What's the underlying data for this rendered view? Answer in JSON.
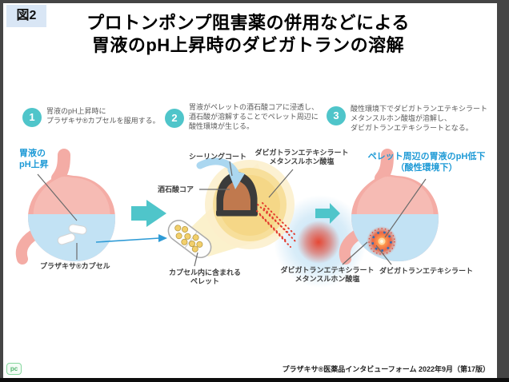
{
  "figure_label": "図2",
  "title": "プロトンポンプ阻害薬の併用などによる\n胃液のpH上昇時のダビガトランの溶解",
  "steps": [
    {
      "number": "1",
      "text": "胃液のpH上昇時に\nプラザキサ®カプセルを服用する。"
    },
    {
      "number": "2",
      "text": "胃液がペレットの酒石酸コアに浸透し、\n酒石酸が溶解することでペレット周辺に\n酸性環境が生じる。"
    },
    {
      "number": "3",
      "text": "酸性環境下でダビガトランエテキシラート\nメタンスルホン酸塩が溶解し、\nダビガトランエテキシラートとなる。"
    }
  ],
  "diagram": {
    "left_stomach": {
      "ph_label": "胃液の\npH上昇",
      "capsule_label": "プラザキサ®カプセル"
    },
    "pellet_detail": {
      "sealing_coat_label": "シーリングコート",
      "drug_salt_label": "ダビガトランエテキシラート\nメタンスルホン酸塩",
      "core_label": "酒石酸コア",
      "capsule_content_label": "カプセル内に含まれる\nペレット"
    },
    "right_stomach": {
      "ph_drop_label": "ペレット周辺の胃液のpH低下\n（酸性環境下）",
      "drug_salt_label": "ダビガトランエテキシラート\nメタンスルホン酸塩",
      "drug_label": "ダビガトランエテキシラート"
    }
  },
  "footer": {
    "source": "プラザキサ®医薬品インタビューフォーム 2022年9月（第17版）",
    "badge": "pc"
  },
  "colors": {
    "teal_accent": "#4FC5CA",
    "blue_text": "#1E9AD6",
    "stomach_pink": "#F4ACA5",
    "liquid_blue": "#C2E2F4",
    "pellet_yellow": "#F7DF9B",
    "core_brown": "#C0794E",
    "sealing_coat_dark": "#3B3B3B",
    "acid_red": "#E33B2E",
    "step_text_gray": "#595959"
  }
}
